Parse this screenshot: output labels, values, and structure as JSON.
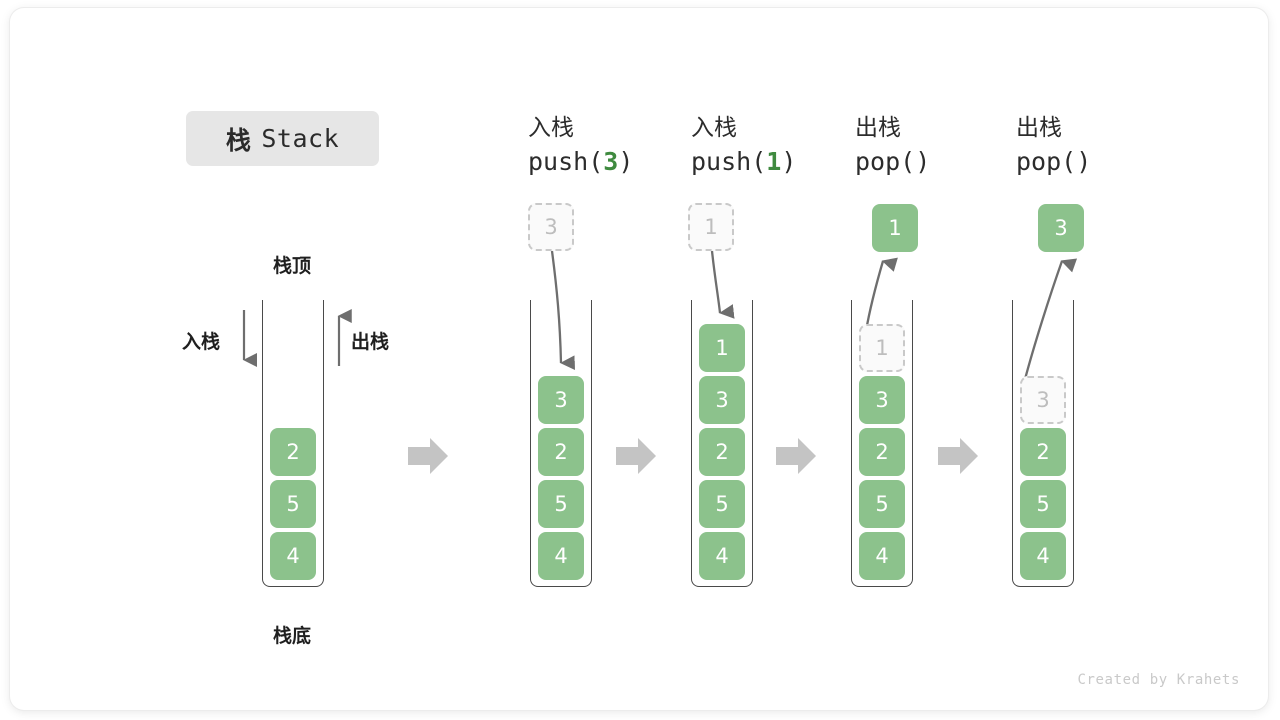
{
  "title": {
    "cn": "栈",
    "en": "Stack"
  },
  "labels": {
    "top": "栈顶",
    "bottom": "栈底",
    "push": "入栈",
    "pop": "出栈"
  },
  "watermark": "Created by Krahets",
  "colors": {
    "element": "#8CC28C",
    "element_text": "#FFFFFF",
    "ghost_fill": "#FAFAFA",
    "ghost_border": "#C9C9C9",
    "ghost_text": "#BDBDBD",
    "container_line": "#4A4A4A",
    "arrow": "#6E6E6E",
    "flow_arrow": "#C4C4C4",
    "badge_bg": "#E6E6E6",
    "code_accent": "#3F8A3F",
    "text": "#2C2C2C",
    "watermark": "#C9C9C9"
  },
  "columns": [
    {
      "id": "initial",
      "head_cn": "",
      "head_code": "",
      "stack": [
        {
          "value": "2",
          "state": "filled"
        },
        {
          "value": "5",
          "state": "filled"
        },
        {
          "value": "4",
          "state": "filled"
        }
      ],
      "float_box": null
    },
    {
      "id": "push-3",
      "head_cn": "入栈",
      "head_code_prefix": "push(",
      "head_code_num": "3",
      "head_code_suffix": ")",
      "stack": [
        {
          "value": "3",
          "state": "filled"
        },
        {
          "value": "2",
          "state": "filled"
        },
        {
          "value": "5",
          "state": "filled"
        },
        {
          "value": "4",
          "state": "filled"
        }
      ],
      "float_box": {
        "value": "3",
        "state": "ghost"
      },
      "arrow_dir": "down"
    },
    {
      "id": "push-1",
      "head_cn": "入栈",
      "head_code_prefix": "push(",
      "head_code_num": "1",
      "head_code_suffix": ")",
      "stack": [
        {
          "value": "1",
          "state": "filled"
        },
        {
          "value": "3",
          "state": "filled"
        },
        {
          "value": "2",
          "state": "filled"
        },
        {
          "value": "5",
          "state": "filled"
        },
        {
          "value": "4",
          "state": "filled"
        }
      ],
      "float_box": {
        "value": "1",
        "state": "ghost"
      },
      "arrow_dir": "down"
    },
    {
      "id": "pop-1",
      "head_cn": "出栈",
      "head_code_prefix": "pop(",
      "head_code_num": "",
      "head_code_suffix": ")",
      "stack": [
        {
          "value": "1",
          "state": "ghost"
        },
        {
          "value": "3",
          "state": "filled"
        },
        {
          "value": "2",
          "state": "filled"
        },
        {
          "value": "5",
          "state": "filled"
        },
        {
          "value": "4",
          "state": "filled"
        }
      ],
      "float_box": {
        "value": "1",
        "state": "filled"
      },
      "arrow_dir": "up"
    },
    {
      "id": "pop-2",
      "head_cn": "出栈",
      "head_code_prefix": "pop(",
      "head_code_num": "",
      "head_code_suffix": ")",
      "stack": [
        {
          "value": "3",
          "state": "ghost"
        },
        {
          "value": "2",
          "state": "filled"
        },
        {
          "value": "5",
          "state": "filled"
        },
        {
          "value": "4",
          "state": "filled"
        }
      ],
      "float_box": {
        "value": "3",
        "state": "filled"
      },
      "arrow_dir": "up"
    }
  ]
}
